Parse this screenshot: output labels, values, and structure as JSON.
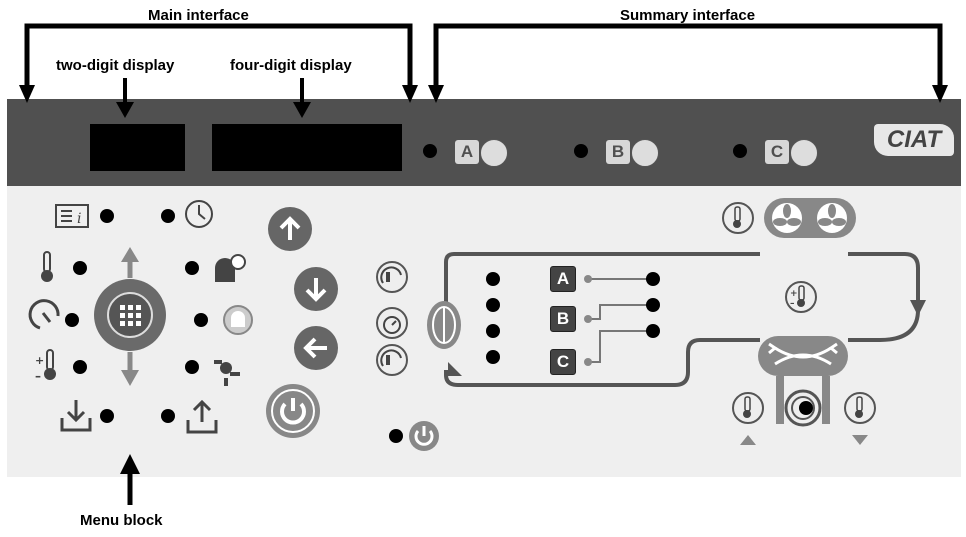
{
  "labels": {
    "main_interface": "Main interface",
    "summary_interface": "Summary interface",
    "two_digit_display": "two-digit display",
    "four_digit_display": "four-digit display",
    "menu_block": "Menu block"
  },
  "panel": {
    "logo": "CIAT",
    "circuits": [
      "A",
      "B",
      "C"
    ]
  },
  "colors": {
    "panel_top": "#505050",
    "panel_bottom": "#efefef",
    "button": "#666666",
    "power_button": "#888888"
  }
}
